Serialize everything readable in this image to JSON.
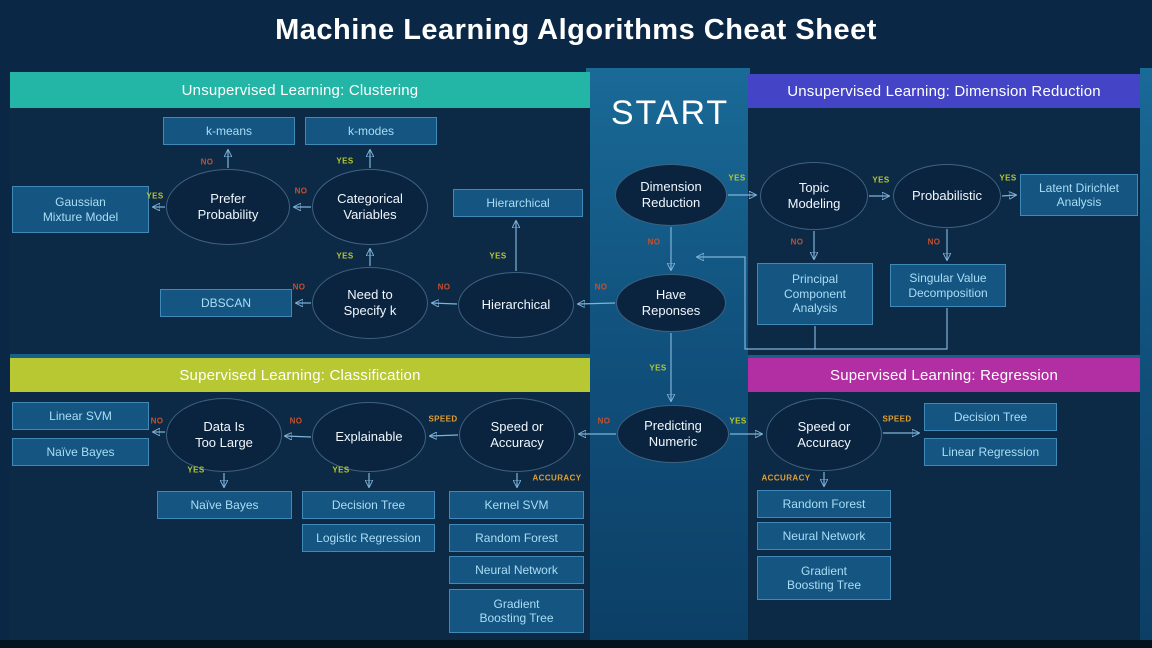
{
  "title": "Machine Learning Algorithms Cheat Sheet",
  "start_label": "START",
  "edge_labels": {
    "yes": "YES",
    "no": "NO",
    "speed": "SPEED",
    "accuracy": "ACCURACY"
  },
  "colors": {
    "clustering_accent": "#23b5a5",
    "dimension_reduction_accent": "#4345c6",
    "classification_accent": "#b7c832",
    "regression_accent": "#b12fa2",
    "yes_label": "#b5c92f",
    "no_label": "#c4502e",
    "speed_accuracy_label": "#dfa032",
    "node_box_fill": "#155581",
    "node_box_border": "#4189b8",
    "arrow": "#7fb3d8"
  },
  "sections": {
    "clustering": {
      "header": "Unsupervised Learning: Clustering"
    },
    "dimension_reduction": {
      "header": "Unsupervised Learning: Dimension Reduction"
    },
    "classification": {
      "header": "Supervised Learning: Classification"
    },
    "regression": {
      "header": "Supervised Learning: Regression"
    }
  },
  "nodes": {
    "center": {
      "dimension_reduction": "Dimension Reduction",
      "have_responses": "Have Reponses",
      "predicting_numeric": "Predicting Numeric"
    },
    "clustering": {
      "k_means": "k-means",
      "k_modes": "k-modes",
      "prefer_probability": "Prefer Probability",
      "categorical_variables": "Categorical Variables",
      "gaussian_mixture_model": "Gaussian Mixture Model",
      "hierarchical_box": "Hierarchical",
      "need_to_specify_k": "Need to Specify k",
      "hierarchical": "Hierarchical",
      "dbscan": "DBSCAN"
    },
    "dimension_reduction": {
      "topic_modeling": "Topic Modeling",
      "probabilistic": "Probabilistic",
      "latent_dirichlet_analysis": "Latent Dirichlet Analysis",
      "principal_component_analysis": "Principal Component Analysis",
      "singular_value_decomposition": "Singular Value Decomposition"
    },
    "classification": {
      "speed_or_accuracy": "Speed or Accuracy",
      "explainable": "Explainable",
      "data_is_too_large": "Data Is Too Large",
      "linear_svm": "Linear SVM",
      "naive_bayes_side": "Naïve Bayes",
      "naive_bayes": "Naïve Bayes",
      "decision_tree": "Decision Tree",
      "logistic_regression": "Logistic Regression",
      "kernel_svm": "Kernel SVM",
      "random_forest": "Random Forest",
      "neural_network": "Neural Network",
      "gradient_boosting_tree": "Gradient Boosting Tree"
    },
    "regression": {
      "speed_or_accuracy": "Speed or Accuracy",
      "decision_tree": "Decision Tree",
      "linear_regression": "Linear Regression",
      "random_forest": "Random Forest",
      "neural_network": "Neural Network",
      "gradient_boosting_tree": "Gradient Boosting Tree"
    }
  }
}
